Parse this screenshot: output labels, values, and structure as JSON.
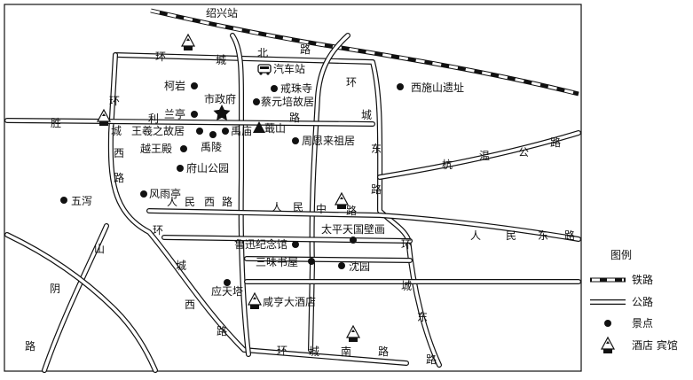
{
  "station_label": "绍兴站",
  "legend": {
    "title": "图例",
    "items": [
      {
        "key": "railway",
        "label": "铁路"
      },
      {
        "key": "road",
        "label": "公路"
      },
      {
        "key": "scenic",
        "label": "景点"
      },
      {
        "key": "hotel",
        "label": "酒店 宾馆"
      }
    ]
  },
  "roads": {
    "north_ring": [
      "环",
      "城",
      "北",
      "路"
    ],
    "west_ring": [
      "环",
      "城",
      "西",
      "路"
    ],
    "south_ring": [
      "环",
      "城",
      "南",
      "路"
    ],
    "east_ring": [
      "环",
      "城",
      "东",
      "路"
    ],
    "shengli": [
      "胜",
      "利"
    ],
    "renmin_west": [
      "人",
      "民",
      "西",
      "路"
    ],
    "renmin_middle": [
      "人",
      "民",
      "中",
      "路"
    ],
    "renmin_east": [
      "人",
      "民",
      "东",
      "路"
    ],
    "hangwen": [
      "杭",
      "温",
      "公",
      "路"
    ],
    "shanyin": [
      "山",
      "阴",
      "路"
    ]
  },
  "places": [
    {
      "name": "汽车站",
      "type": "bus"
    },
    {
      "name": "柯岩",
      "type": "scenic"
    },
    {
      "name": "戒珠寺",
      "type": "scenic"
    },
    {
      "name": "西施山遗址",
      "type": "scenic"
    },
    {
      "name": "市政府",
      "type": "government"
    },
    {
      "name": "蔡元培故居",
      "type": "scenic"
    },
    {
      "name": "兰亭",
      "type": "scenic"
    },
    {
      "name": "王羲之故居",
      "type": "scenic"
    },
    {
      "name": "禹庙",
      "type": "scenic"
    },
    {
      "name": "蕺山",
      "type": "mountain"
    },
    {
      "name": "越王殿",
      "type": "scenic"
    },
    {
      "name": "禹陵",
      "type": "scenic"
    },
    {
      "name": "周恩来祖居",
      "type": "scenic"
    },
    {
      "name": "府山公园",
      "type": "scenic"
    },
    {
      "name": "五泻",
      "type": "scenic"
    },
    {
      "name": "风雨亭",
      "type": "scenic"
    },
    {
      "name": "鲁迅纪念馆",
      "type": "scenic"
    },
    {
      "name": "太平天国壁画",
      "type": "scenic"
    },
    {
      "name": "三味书屋",
      "type": "scenic"
    },
    {
      "name": "沈园",
      "type": "scenic"
    },
    {
      "name": "应天塔",
      "type": "scenic"
    },
    {
      "name": "咸亨大酒店",
      "type": "hotel"
    }
  ]
}
